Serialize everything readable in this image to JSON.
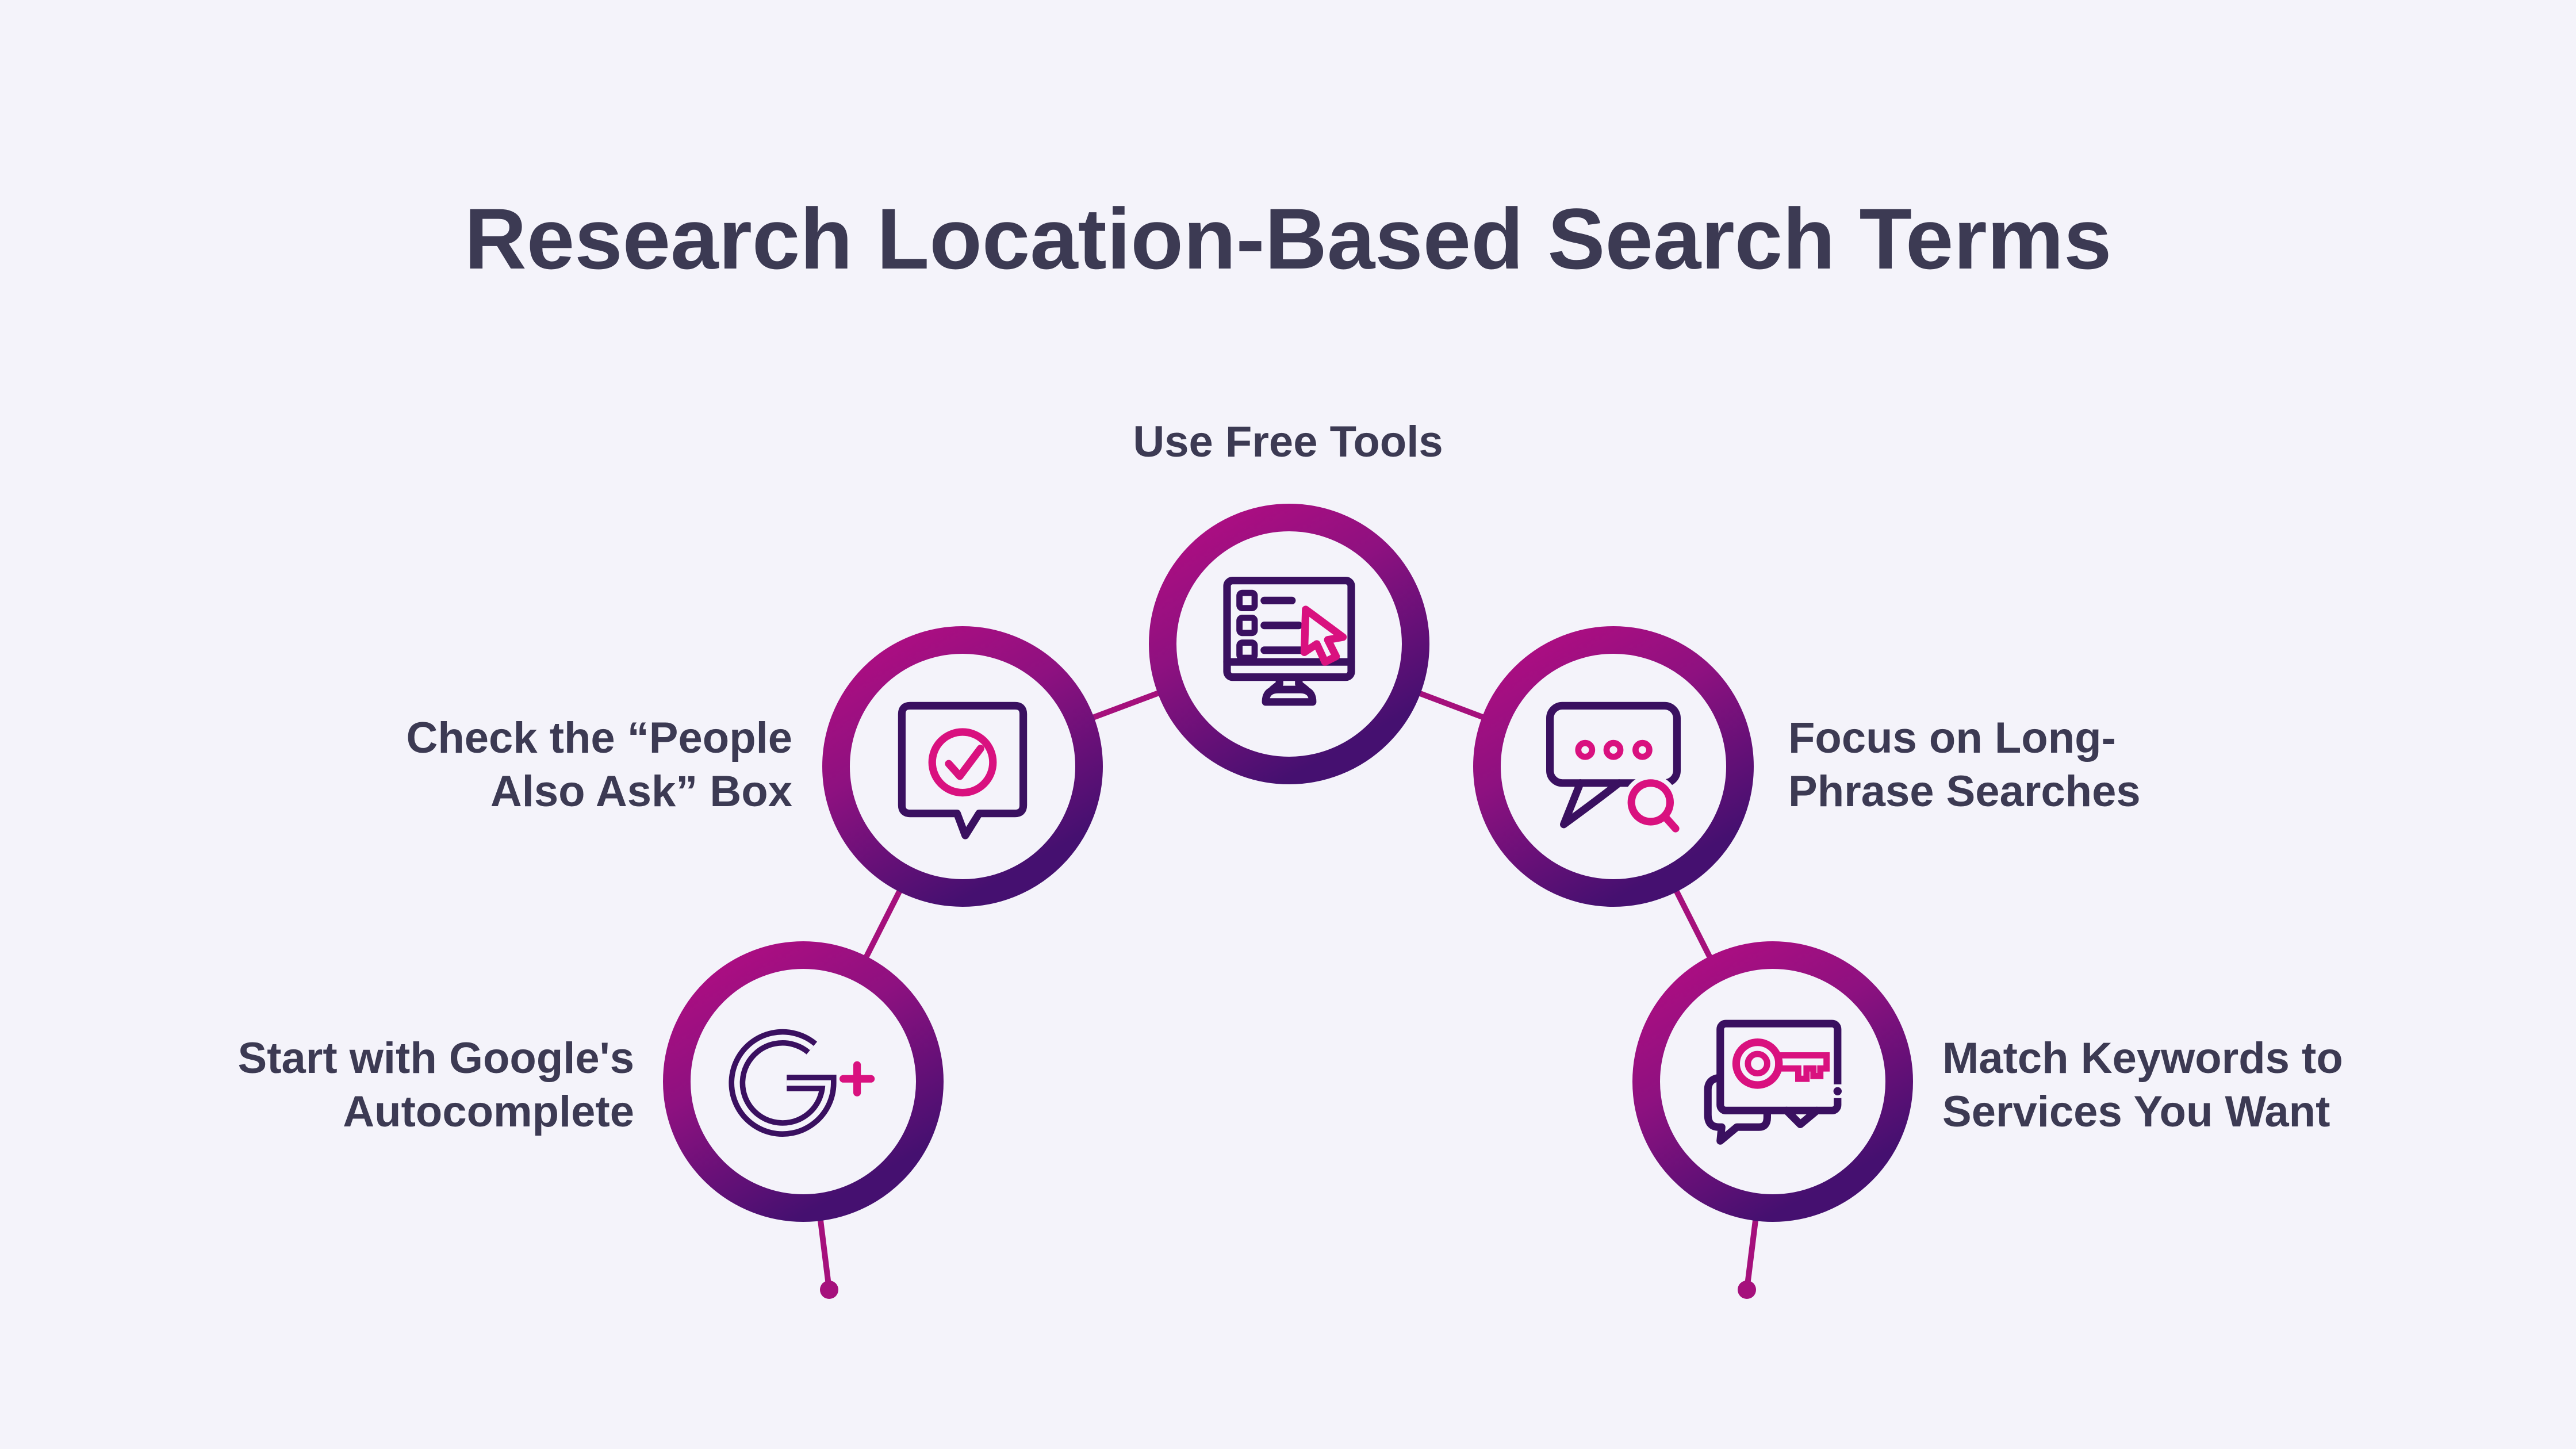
{
  "title": "Research Location-Based Search Terms",
  "nodes": [
    {
      "id": "use-free-tools",
      "icon": "monitor-checklist-icon",
      "label_line1": "Use Free Tools",
      "label_line2": ""
    },
    {
      "id": "people-also-ask",
      "icon": "speech-bubble-check-icon",
      "label_line1": "Check the “People",
      "label_line2": "Also Ask” Box"
    },
    {
      "id": "long-phrase-searches",
      "icon": "speech-bubble-search-icon",
      "label_line1": "Focus on Long-",
      "label_line2": "Phrase Searches"
    },
    {
      "id": "google-autocomplete",
      "icon": "google-plus-icon",
      "label_line1": "Start with Google's",
      "label_line2": "Autocomplete"
    },
    {
      "id": "match-keywords",
      "icon": "keyword-key-bubble-icon",
      "label_line1": "Match Keywords to",
      "label_line2": "Services You Want"
    }
  ],
  "colors": {
    "background": "#f4f3fa",
    "text": "#3c3a53",
    "ring_gradient_top": "#b30d82",
    "ring_gradient_mid": "#8e1180",
    "ring_gradient_bottom": "#451070",
    "connector": "#a5107c",
    "icon_dark": "#3a1060",
    "icon_pink": "#d9117f"
  }
}
